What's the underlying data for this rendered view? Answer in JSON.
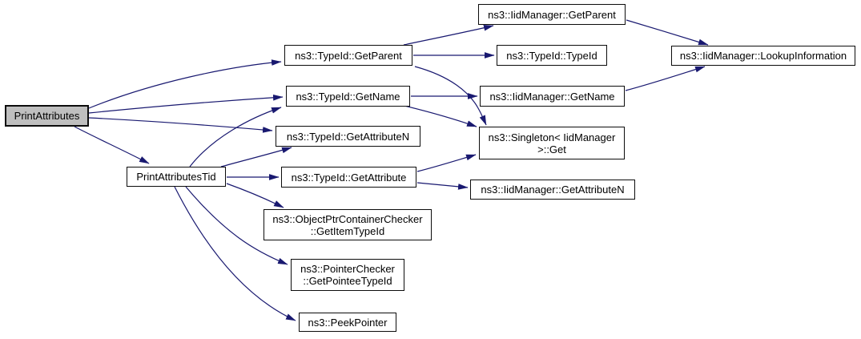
{
  "diagram": {
    "type": "call-graph",
    "colors": {
      "background": "#ffffff",
      "edge": "#191970",
      "node_border": "#0c0c0c",
      "node_fill": "#ffffff",
      "highlight_fill": "#bfbfbf",
      "text": "#000000"
    },
    "nodes": [
      {
        "id": "PrintAttributes",
        "label": [
          "PrintAttributes"
        ],
        "highlight": true
      },
      {
        "id": "PrintAttributesTid",
        "label": [
          "PrintAttributesTid"
        ],
        "highlight": false
      },
      {
        "id": "TypeIdGetParent",
        "label": [
          "ns3::TypeId::GetParent"
        ],
        "highlight": false
      },
      {
        "id": "TypeIdGetName",
        "label": [
          "ns3::TypeId::GetName"
        ],
        "highlight": false
      },
      {
        "id": "TypeIdGetAttributeN",
        "label": [
          "ns3::TypeId::GetAttributeN"
        ],
        "highlight": false
      },
      {
        "id": "TypeIdGetAttribute",
        "label": [
          "ns3::TypeId::GetAttribute"
        ],
        "highlight": false
      },
      {
        "id": "ObjectPtrContainerCheckerGetItemTypeId",
        "label": [
          "ns3::ObjectPtrContainerChecker",
          "::GetItemTypeId"
        ],
        "highlight": false
      },
      {
        "id": "PointerCheckerGetPointeeTypeId",
        "label": [
          "ns3::PointerChecker",
          "::GetPointeeTypeId"
        ],
        "highlight": false
      },
      {
        "id": "PeekPointer",
        "label": [
          "ns3::PeekPointer"
        ],
        "highlight": false
      },
      {
        "id": "IidManagerGetParent",
        "label": [
          "ns3::IidManager::GetParent"
        ],
        "highlight": false
      },
      {
        "id": "TypeIdTypeId",
        "label": [
          "ns3::TypeId::TypeId"
        ],
        "highlight": false
      },
      {
        "id": "IidManagerGetName",
        "label": [
          "ns3::IidManager::GetName"
        ],
        "highlight": false
      },
      {
        "id": "SingletonIidManagerGet",
        "label": [
          "ns3::Singleton< IidManager",
          ">::Get"
        ],
        "highlight": false
      },
      {
        "id": "IidManagerGetAttributeN",
        "label": [
          "ns3::IidManager::GetAttributeN"
        ],
        "highlight": false
      },
      {
        "id": "IidManagerLookupInformation",
        "label": [
          "ns3::IidManager::LookupInformation"
        ],
        "highlight": false
      }
    ],
    "edges": [
      {
        "from": "PrintAttributes",
        "to": "TypeIdGetParent"
      },
      {
        "from": "PrintAttributes",
        "to": "TypeIdGetName"
      },
      {
        "from": "PrintAttributes",
        "to": "TypeIdGetAttributeN"
      },
      {
        "from": "PrintAttributes",
        "to": "PrintAttributesTid"
      },
      {
        "from": "PrintAttributesTid",
        "to": "TypeIdGetName"
      },
      {
        "from": "PrintAttributesTid",
        "to": "TypeIdGetAttributeN"
      },
      {
        "from": "PrintAttributesTid",
        "to": "TypeIdGetAttribute"
      },
      {
        "from": "PrintAttributesTid",
        "to": "ObjectPtrContainerCheckerGetItemTypeId"
      },
      {
        "from": "PrintAttributesTid",
        "to": "PointerCheckerGetPointeeTypeId"
      },
      {
        "from": "PrintAttributesTid",
        "to": "PeekPointer"
      },
      {
        "from": "TypeIdGetParent",
        "to": "IidManagerGetParent"
      },
      {
        "from": "TypeIdGetParent",
        "to": "TypeIdTypeId"
      },
      {
        "from": "TypeIdGetParent",
        "to": "SingletonIidManagerGet"
      },
      {
        "from": "TypeIdGetName",
        "to": "IidManagerGetName"
      },
      {
        "from": "TypeIdGetName",
        "to": "SingletonIidManagerGet"
      },
      {
        "from": "TypeIdGetAttribute",
        "to": "SingletonIidManagerGet"
      },
      {
        "from": "TypeIdGetAttribute",
        "to": "IidManagerGetAttributeN"
      },
      {
        "from": "IidManagerGetParent",
        "to": "IidManagerLookupInformation"
      },
      {
        "from": "IidManagerGetName",
        "to": "IidManagerLookupInformation"
      }
    ]
  }
}
